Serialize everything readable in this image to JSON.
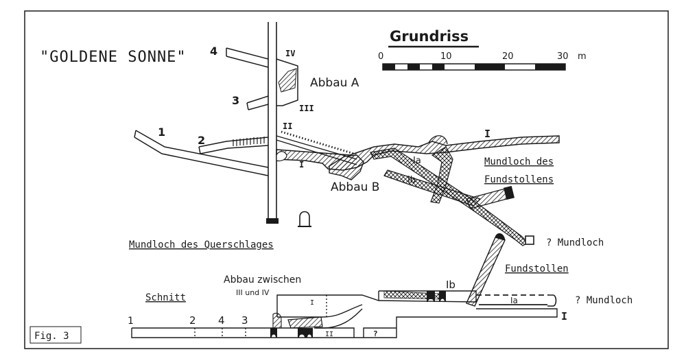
{
  "title": "\"GOLDENE SONNE\"",
  "figure_label": "Fig. 3",
  "plan": {
    "heading": "Grundriss",
    "scale": {
      "ticks": [
        "0",
        "10",
        "20",
        "30"
      ],
      "unit": "m"
    },
    "drift_numbers": [
      "1",
      "2",
      "3",
      "4"
    ],
    "level_labels": {
      "I_a": "I",
      "I_b": "I",
      "II": "II",
      "III": "III",
      "IV": "IV"
    },
    "adits": {
      "Ia": "Ia",
      "Ib": "Ib"
    },
    "abbau_a": "Abbau A",
    "abbau_b": "Abbau B",
    "mundloch_fundstollens_1": "Mundloch des",
    "mundloch_fundstollens_2": "Fundstollens",
    "mundloch_querschlages": "Mundloch des Querschlages",
    "q_mundloch": "? Mundloch",
    "fundstollen": "Fundstollen"
  },
  "section": {
    "heading": "Schnitt",
    "abbau_zwischen": "Abbau zwischen",
    "abbau_levels": "III und IV",
    "numbers": [
      "1",
      "2",
      "4",
      "3"
    ],
    "ib": "Ib",
    "ia": "Ia",
    "q_mundloch": "? Mundloch",
    "level_I": "I",
    "level_II": "II",
    "level_I_inner": "I",
    "question": "?"
  },
  "colors": {
    "ink": "#1a1a1a",
    "paper": "#ffffff"
  }
}
